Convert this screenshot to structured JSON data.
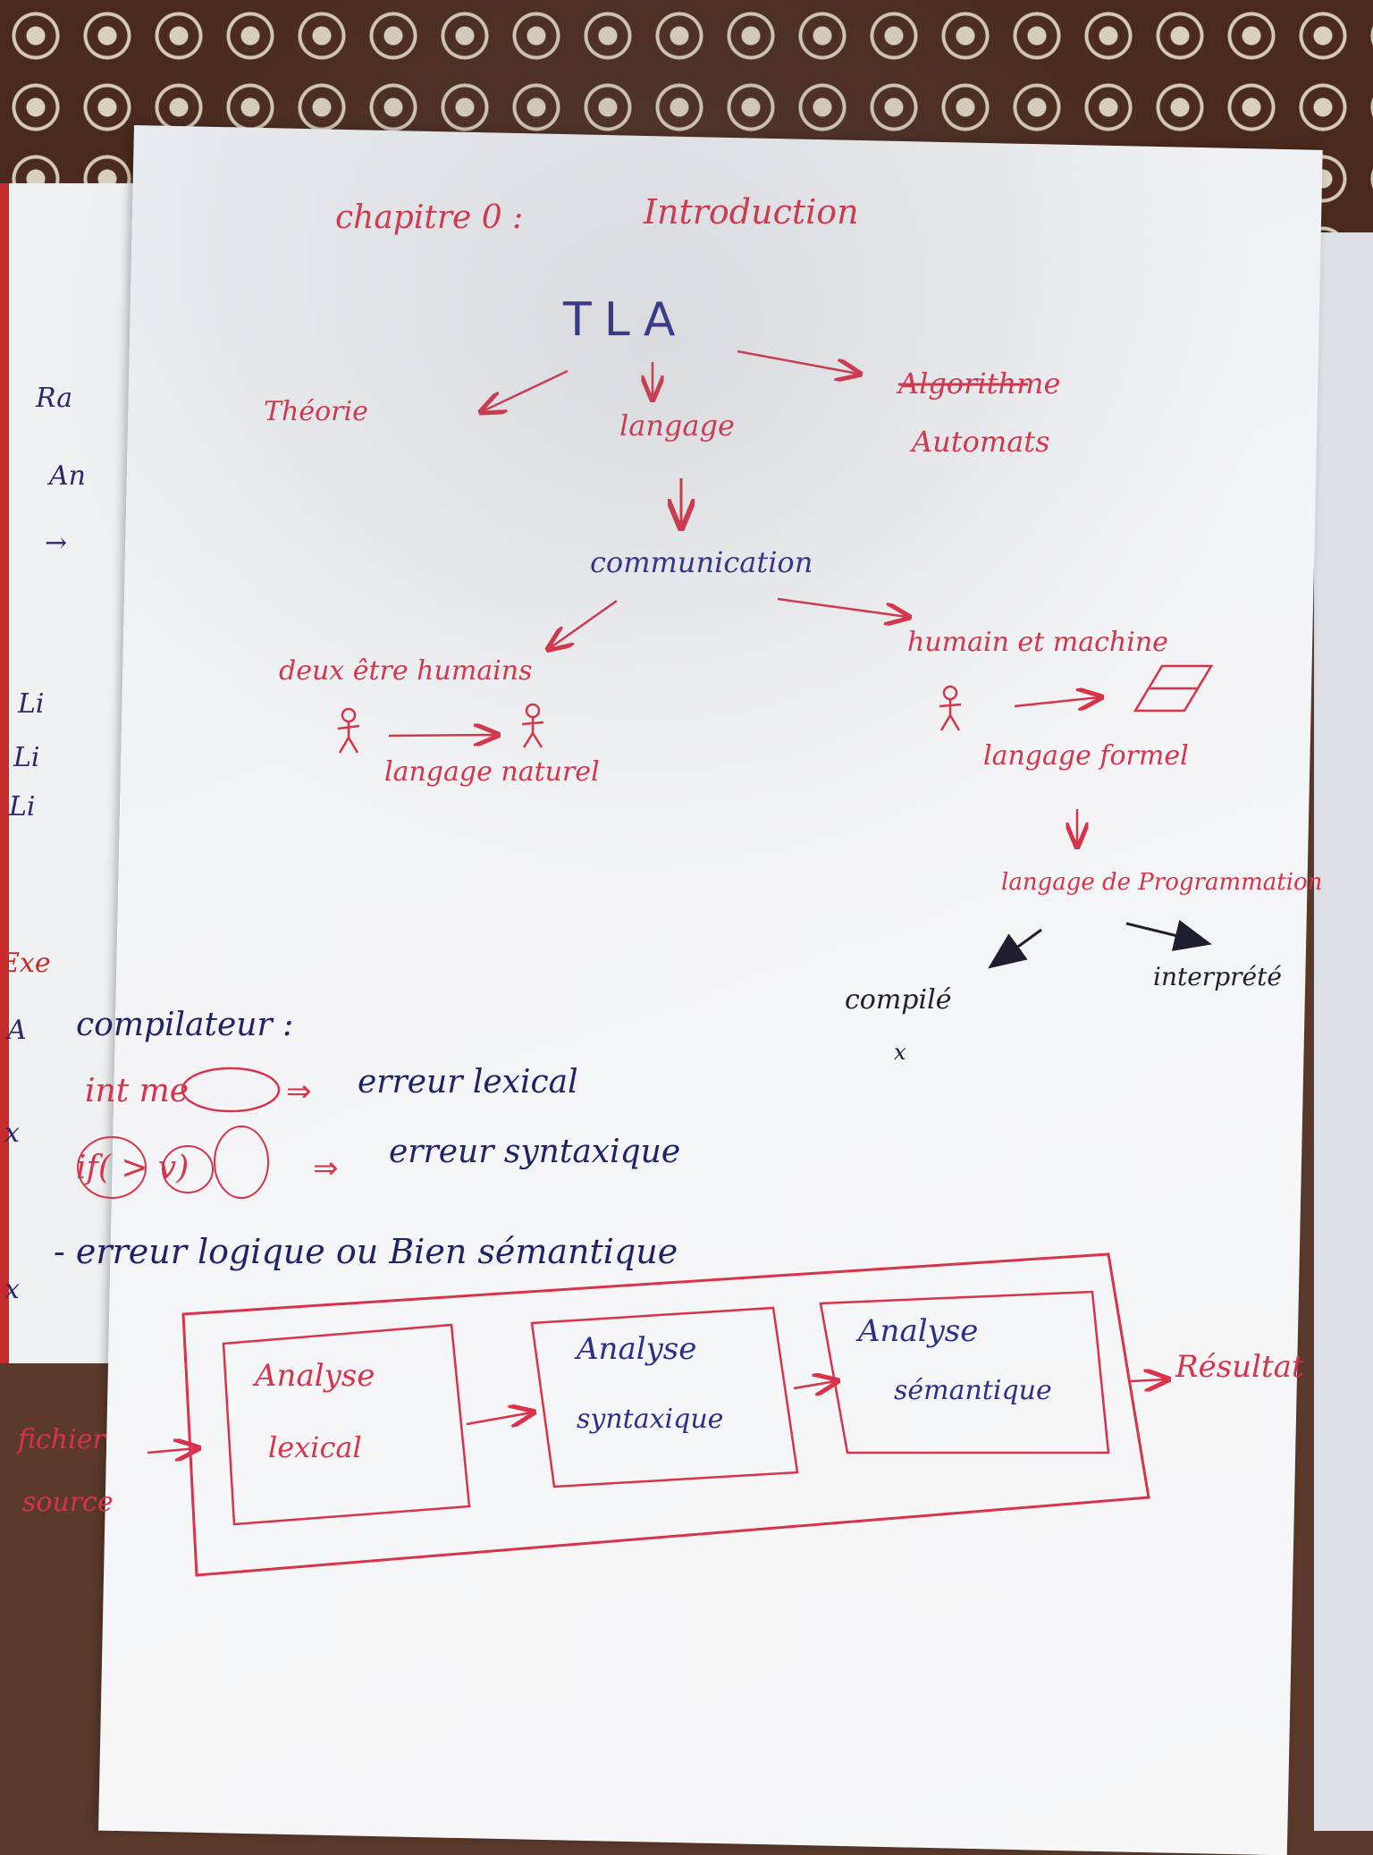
{
  "notes": {
    "title_left": "chapitre 0 :",
    "title_right": "Introduction",
    "tla": "TLA",
    "theorie": "Théorie",
    "langage": "langage",
    "algorithme": "Algorithme",
    "automats": "Automats",
    "communication": "communication",
    "deux_etres": "deux être humains",
    "humain_machine": "humain et machine",
    "langage_naturel": "langage naturel",
    "langage_formel": "langage formel",
    "langage_prog": "langage de Programmation",
    "compile": "compilé",
    "interprete": "interprété",
    "x_mark": "x",
    "compilateur": "compilateur :",
    "line1_code": "int me",
    "line1_err": "erreur lexical",
    "line2_code": "if( > v)",
    "line2_err": "erreur syntaxique",
    "line3": "- erreur logique ou Bien sémantique",
    "fichier": "fichier",
    "source": "source",
    "box1_l1": "Analyse",
    "box1_l2": "lexical",
    "box2_l1": "Analyse",
    "box2_l2": "syntaxique",
    "box3_l1": "Analyse",
    "box3_l2": "sémantique",
    "resultat": "Résultat"
  },
  "margin": [
    "Ra",
    "An",
    "→",
    "Li",
    "Li",
    "Li",
    "Exe",
    "A",
    "x",
    "x"
  ]
}
